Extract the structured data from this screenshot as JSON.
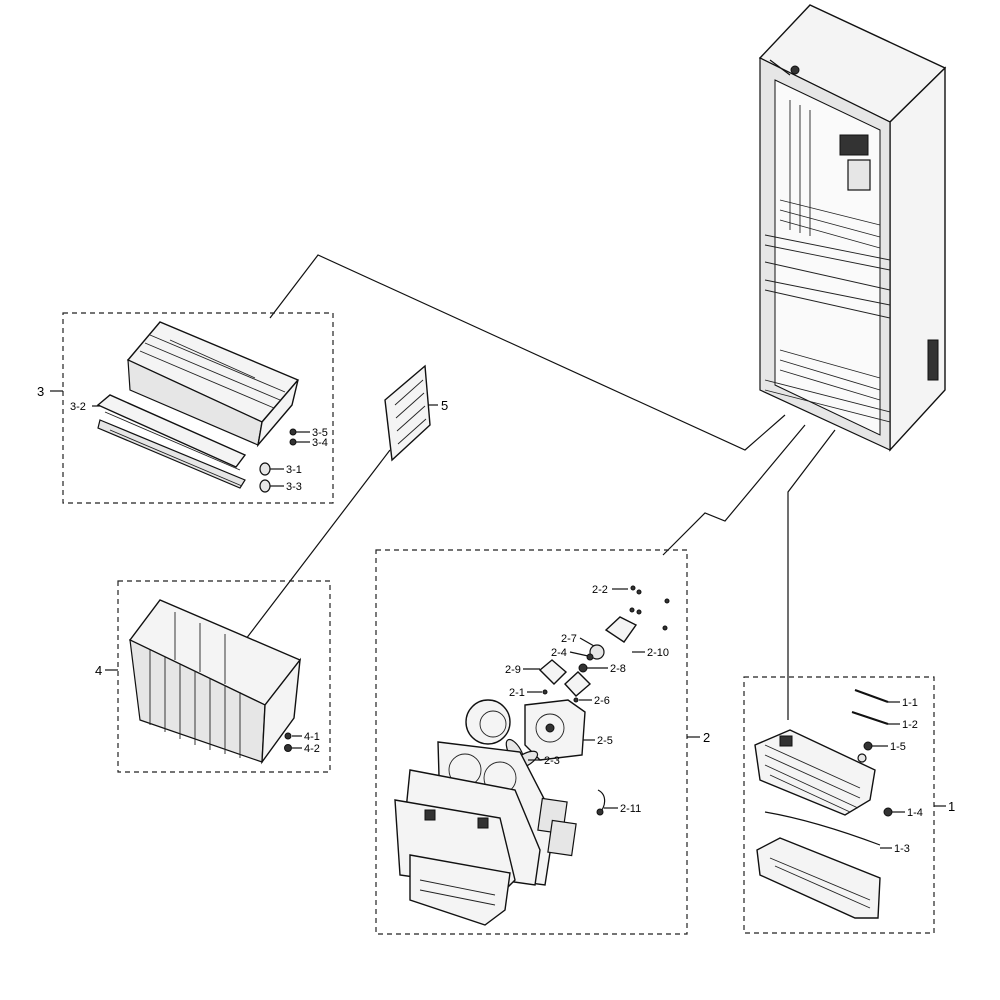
{
  "groups": {
    "g1": "1",
    "g2": "2",
    "g3": "3",
    "g4": "4",
    "g5": "5"
  },
  "labels": {
    "l1_1": "1-1",
    "l1_2": "1-2",
    "l1_3": "1-3",
    "l1_4": "1-4",
    "l1_5": "1-5",
    "l2_1": "2-1",
    "l2_2": "2-2",
    "l2_3": "2-3",
    "l2_4": "2-4",
    "l2_5": "2-5",
    "l2_6": "2-6",
    "l2_7": "2-7",
    "l2_8": "2-8",
    "l2_9": "2-9",
    "l2_10": "2-10",
    "l2_11": "2-11",
    "l3_1": "3-1",
    "l3_2": "3-2",
    "l3_3": "3-3",
    "l3_4": "3-4",
    "l3_5": "3-5",
    "l4_1": "4-1",
    "l4_2": "4-2"
  }
}
